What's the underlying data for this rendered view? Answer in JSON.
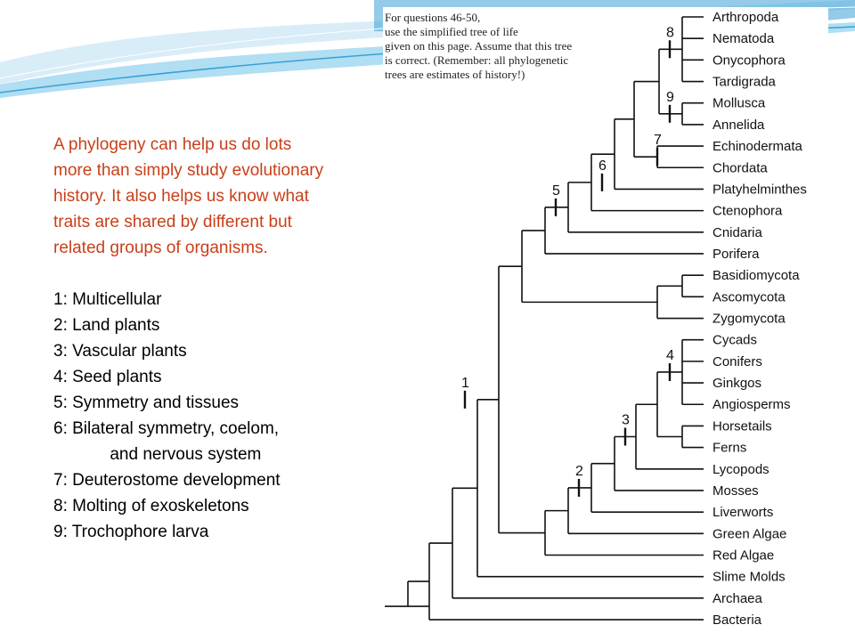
{
  "slide": {
    "intro_text": "A phylogeny can help us do lots\nmore than simply study evolutionary\nhistory.  It also helps us know what\ntraits are shared by different but\nrelated groups of organisms.",
    "traits": [
      "1: Multicellular",
      "2: Land plants",
      "3: Vascular plants",
      "4: Seed plants",
      "5: Symmetry and tissues",
      "6: Bilateral symmetry, coelom,",
      "            and nervous system",
      "7: Deuterostome development",
      "8: Molting of exoskeletons",
      "9: Trochophore larva"
    ],
    "colors": {
      "intro": "#c8401a",
      "swoosh_light": "#cfe9f6",
      "swoosh_mid": "#8fd0ee",
      "swoosh_dark": "#3aa0d5"
    }
  },
  "tree": {
    "caption_lines": [
      "For questions 46-50,",
      "use the simplified tree of life",
      "given on this page. Assume that this tree",
      "is correct.  (Remember: all phylogenetic",
      "trees are estimates of history!)"
    ],
    "taxa": [
      "Arthropoda",
      "Nematoda",
      "Onycophora",
      "Tardigrada",
      "Mollusca",
      "Annelida",
      "Echinodermata",
      "Chordata",
      "Platyhelminthes",
      "Ctenophora",
      "Cnidaria",
      "Porifera",
      "Basidiomycota",
      "Ascomycota",
      "Zygomycota",
      "Cycads",
      "Conifers",
      "Ginkgos",
      "Angiosperms",
      "Horsetails",
      "Ferns",
      "Lycopods",
      "Mosses",
      "Liverworts",
      "Green Algae",
      "Red Algae",
      "Slime Molds",
      "Archaea",
      "Bacteria"
    ],
    "node_labels": [
      "1",
      "2",
      "3",
      "4",
      "5",
      "6",
      "7",
      "8",
      "9"
    ]
  }
}
